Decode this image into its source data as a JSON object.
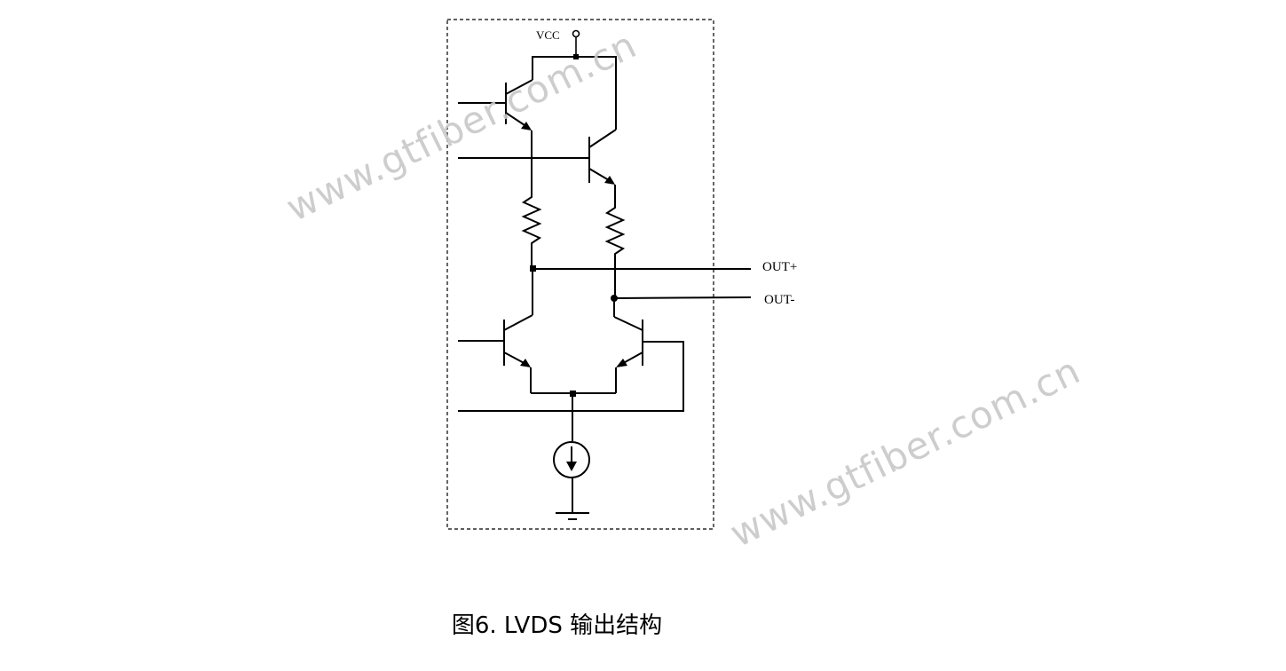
{
  "diagram": {
    "labels": {
      "vcc": "VCC",
      "out_plus": "OUT+",
      "out_minus": "OUT-"
    },
    "watermarks": [
      "www.gtfiber.com.cn",
      "www.gtfiber.com.cn"
    ]
  },
  "caption": "图6. LVDS 输出结构"
}
